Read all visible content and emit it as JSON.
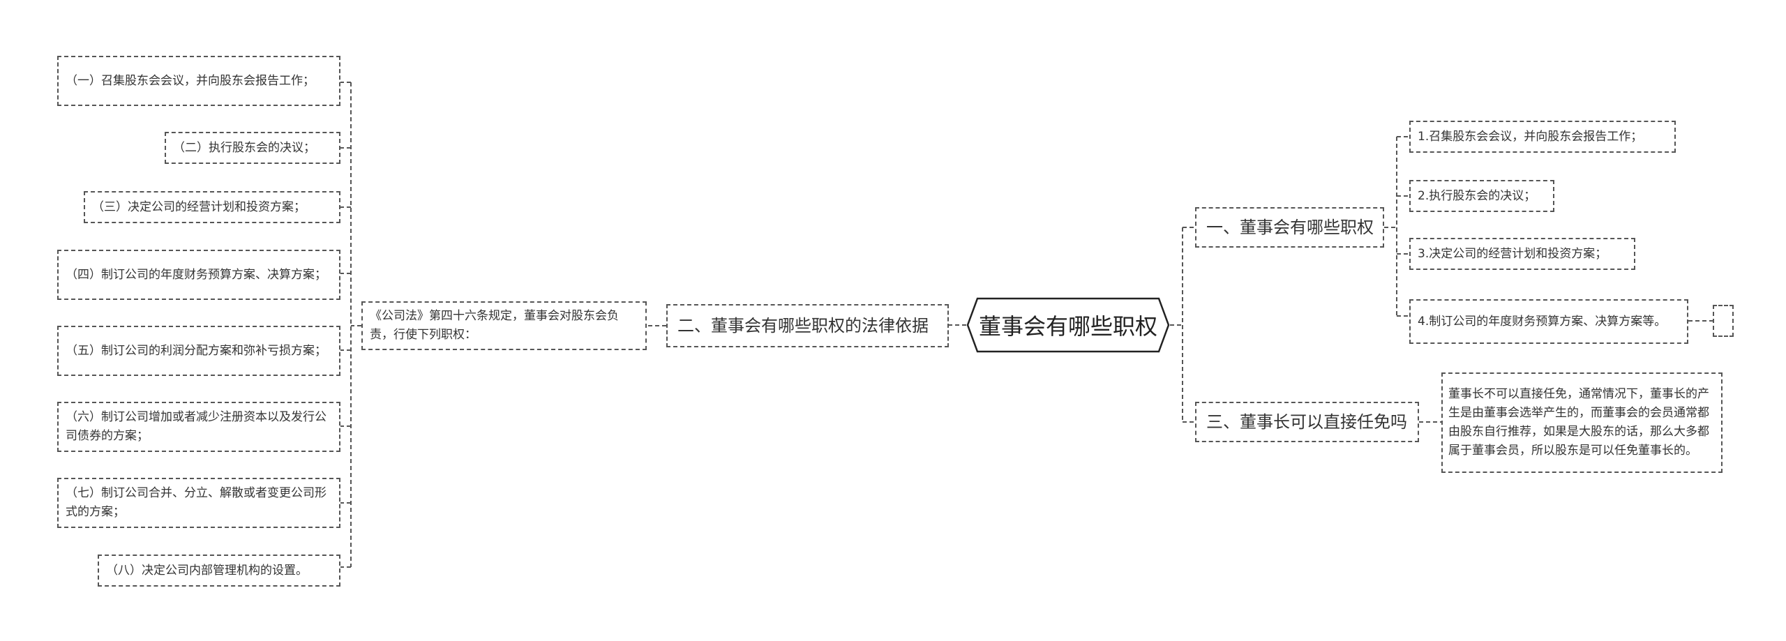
{
  "root": {
    "label": "董事会有哪些职权"
  },
  "left": {
    "branch": {
      "label": "二、董事会有哪些职权的法律依据"
    },
    "basis": {
      "label": "《公司法》第四十六条规定，董事会对股东会负责，行使下列职权："
    },
    "items": [
      "（一）召集股东会会议，并向股东会报告工作；",
      "（二）执行股东会的决议；",
      "（三）决定公司的经营计划和投资方案；",
      "（四）制订公司的年度财务预算方案、决算方案；",
      "（五）制订公司的利润分配方案和弥补亏损方案；",
      "（六）制订公司增加或者减少注册资本以及发行公司债券的方案；",
      "（七）制订公司合并、分立、解散或者变更公司形式的方案；",
      "（八）决定公司内部管理机构的设置。"
    ]
  },
  "right": {
    "branch1": {
      "label": "一、董事会有哪些职权",
      "items": [
        "1.召集股东会会议，并向股东会报告工作；",
        "2.执行股东会的决议；",
        "3.决定公司的经营计划和投资方案；",
        "4.制订公司的年度财务预算方案、决算方案等。"
      ]
    },
    "branch3": {
      "label": "三、董事长可以直接任免吗",
      "answer": "董事长不可以直接任免，通常情况下，董事长的产生是由董事会选举产生的，而董事会的会员通常都由股东自行推荐，如果是大股东的话，那么大多都属于董事会员，所以股东是可以任免董事长的。"
    }
  },
  "colors": {
    "line": "#555555",
    "text": "#333333",
    "background": "#ffffff"
  }
}
